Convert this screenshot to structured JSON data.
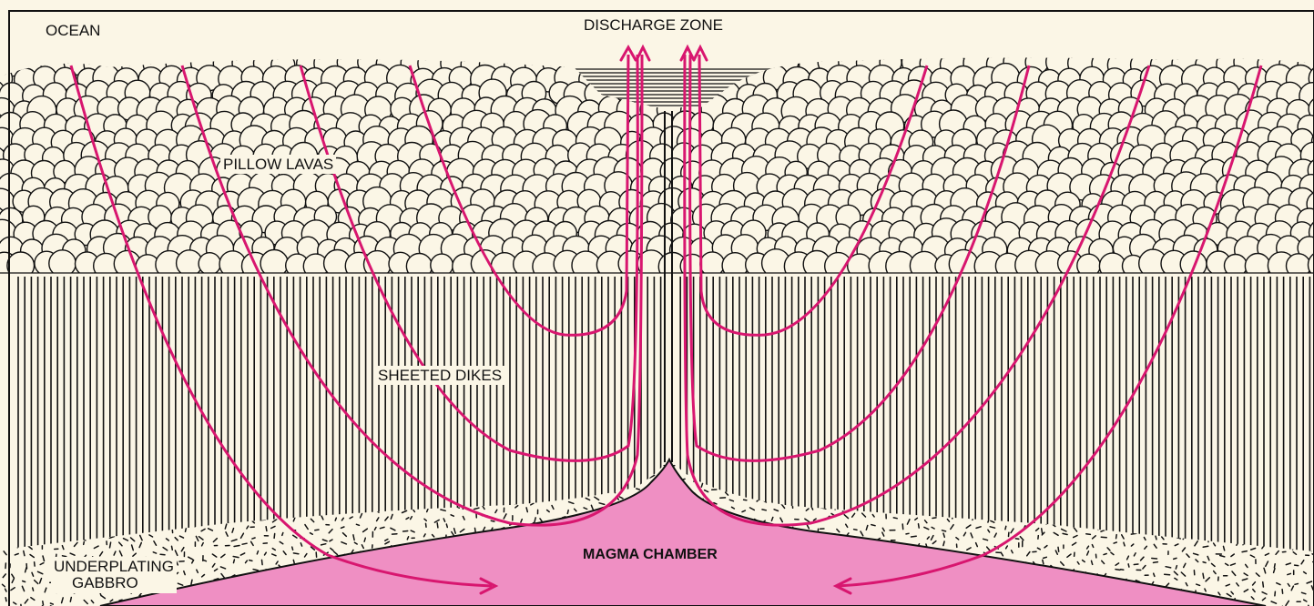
{
  "labels": {
    "ocean": "OCEAN",
    "discharge_zone": "DISCHARGE ZONE",
    "pillow_lavas": "PILLOW LAVAS",
    "sheeted_dikes": "SHEETED DIKES",
    "underplating_line1": "UNDERPLATING",
    "underplating_line2": "GABBRO",
    "magma_chamber": "MAGMA CHAMBER"
  },
  "colors": {
    "ocean": "#fbf6e6",
    "ink": "#111111",
    "flow_path": "#d8166f",
    "magma": "#ef8fc3",
    "paper": "#fbf6e6"
  }
}
